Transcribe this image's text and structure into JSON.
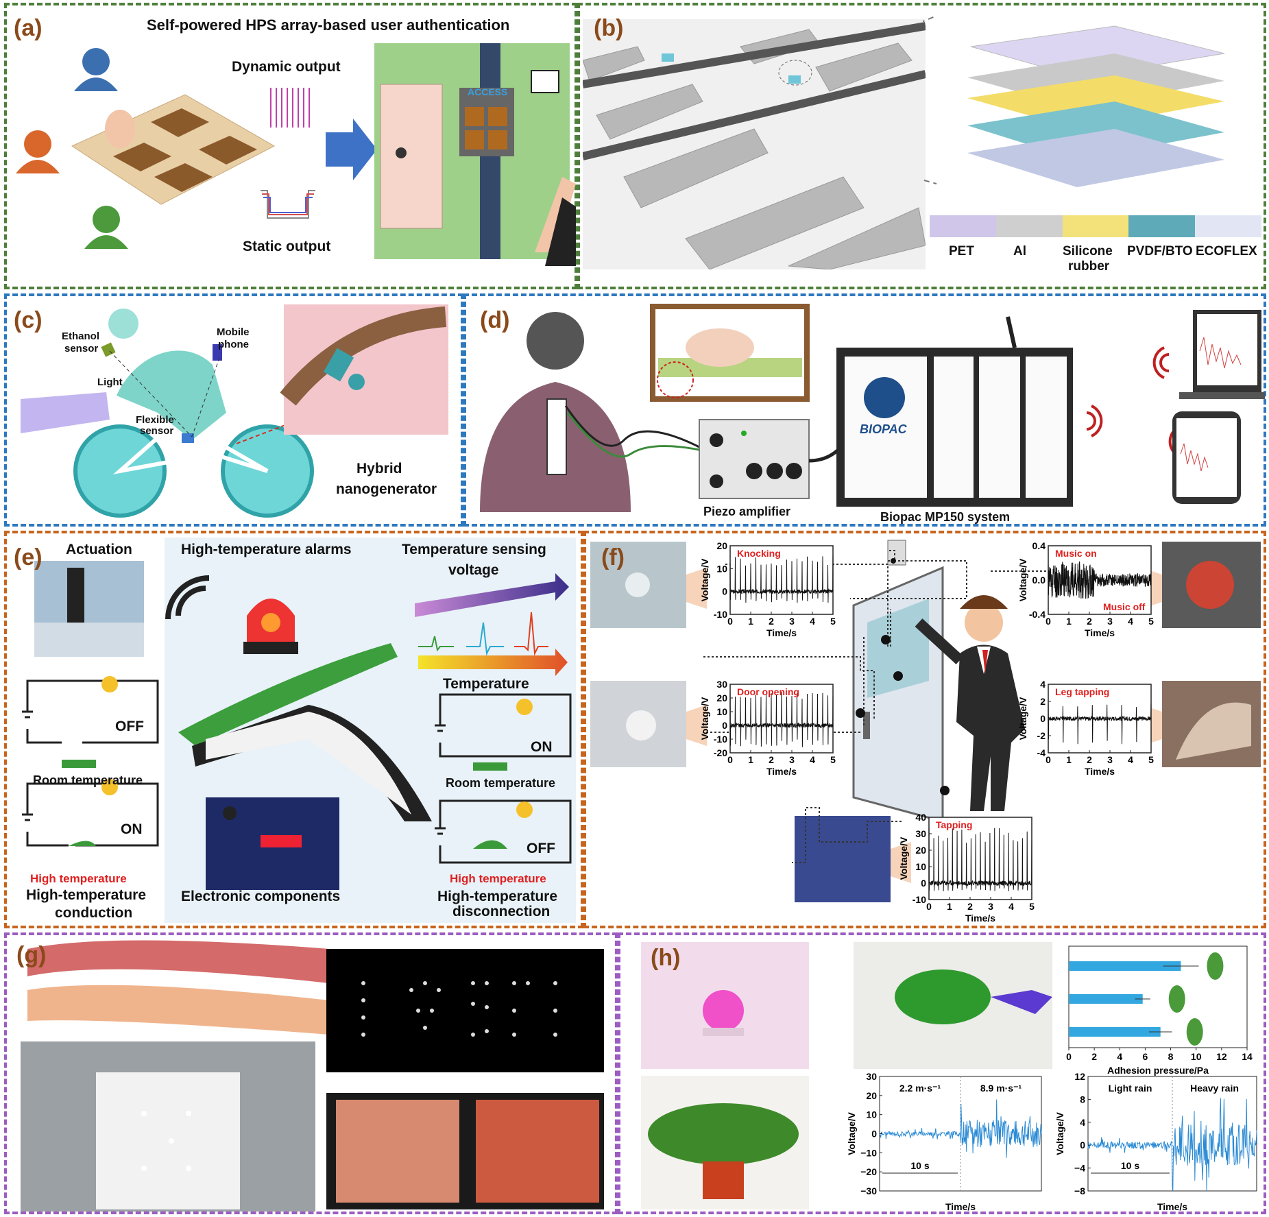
{
  "panels": {
    "a": {
      "label": "(a)",
      "title": "Self-powered HPS array-based user authentication",
      "dynamic": "Dynamic output",
      "static": "Static output",
      "access": "ACCESS"
    },
    "b": {
      "label": "(b)",
      "legend": [
        "PET",
        "Al",
        "Silicone",
        "PVDF/BTO",
        "ECOFLEX"
      ],
      "legend_sub": "rubber",
      "legend_colors": [
        "#cfc6ea",
        "#cfcfcf",
        "#f3e27a",
        "#5eaab8",
        "#e2e6f4"
      ]
    },
    "c": {
      "label": "(c)",
      "ethanol": "Ethanol",
      "sensor": "sensor",
      "mobile": "Mobile",
      "phone": "phone",
      "light": "Light",
      "flexible": "Flexible",
      "sensor2": "sensor",
      "hybrid": "Hybrid",
      "nanogenerator": "nanogenerator"
    },
    "d": {
      "label": "(d)",
      "biopac": "BIOPAC",
      "piezo": "Piezo amplifier",
      "system": "Biopac MP150 system"
    },
    "e": {
      "label": "(e)",
      "actuation": "Actuation",
      "alarms": "High-temperature alarms",
      "tsensing": "Temperature sensing",
      "voltage": "voltage",
      "temperature": "Temperature",
      "off": "OFF",
      "on": "ON",
      "room": "Room temperature",
      "high": "High temperature",
      "conduction1": "High-temperature",
      "conduction2": "conduction",
      "electronic": "Electronic components",
      "disc1": "High-temperature",
      "disc2": "disconnection"
    },
    "f": {
      "label": "(f)"
    },
    "g": {
      "label": "(g)"
    },
    "h": {
      "label": "(h)",
      "adhesion_xlabel": "Adhesion pressure/Pa"
    }
  },
  "chart_data": [
    {
      "type": "line",
      "id": "knocking",
      "annotation": "Knocking",
      "xlabel": "Time/s",
      "ylabel": "Voltage/V",
      "xlim": [
        0,
        5
      ],
      "ylim": [
        -10,
        20
      ],
      "xticks": [
        0,
        1,
        2,
        3,
        4,
        5
      ],
      "yticks": [
        -10,
        0,
        10,
        20
      ],
      "baseline": 0,
      "spikes_up": 20,
      "spike_max": 16,
      "spike_min": -5
    },
    {
      "type": "line",
      "id": "music",
      "annotation": "Music on",
      "annotation2": "Music off",
      "xlabel": "Time/s",
      "ylabel": "Voltage/V",
      "xlim": [
        0,
        5
      ],
      "ylim": [
        -0.4,
        0.4
      ],
      "xticks": [
        0,
        1,
        2,
        3,
        4,
        5
      ],
      "yticks": [
        -0.4,
        0.0,
        0.4
      ],
      "ytick_labels": [
        "-0.4",
        "0.0",
        "0.4"
      ]
    },
    {
      "type": "line",
      "id": "door",
      "annotation": "Door opening",
      "xlabel": "Time/s",
      "ylabel": "Voltage/V",
      "xlim": [
        0,
        5
      ],
      "ylim": [
        -20,
        30
      ],
      "xticks": [
        0,
        1,
        2,
        3,
        4,
        5
      ],
      "yticks": [
        -20,
        -10,
        0,
        10,
        20,
        30
      ],
      "baseline": 0,
      "spikes_up": 20,
      "spike_max": 25,
      "spike_min": -16
    },
    {
      "type": "line",
      "id": "leg",
      "annotation": "Leg tapping",
      "xlabel": "Time/s",
      "ylabel": "Voltage/V",
      "xlim": [
        0,
        5
      ],
      "ylim": [
        -4,
        4
      ],
      "xticks": [
        0,
        1,
        2,
        3,
        4,
        5
      ],
      "yticks": [
        -4,
        -2,
        0,
        2,
        4
      ],
      "baseline": 0,
      "spikes_up": 7,
      "spike_max": 1.8,
      "spike_min": -3.2
    },
    {
      "type": "line",
      "id": "tapping",
      "annotation": "Tapping",
      "xlabel": "Time/s",
      "ylabel": "Voltage/V",
      "xlim": [
        0,
        5
      ],
      "ylim": [
        -10,
        40
      ],
      "xticks": [
        0,
        1,
        2,
        3,
        4,
        5
      ],
      "yticks": [
        -10,
        0,
        10,
        20,
        30,
        40
      ],
      "baseline": 0,
      "spikes_up": 22,
      "spike_max": 34,
      "spike_min": -5
    },
    {
      "type": "bar",
      "id": "adhesion",
      "orientation": "horizontal",
      "xlabel": "Adhesion pressure/Pa",
      "xlim": [
        0,
        14
      ],
      "xticks": [
        0,
        2,
        4,
        6,
        8,
        10,
        12,
        14
      ],
      "values": [
        8.8,
        5.8,
        7.2
      ],
      "errors": [
        1.4,
        0.6,
        0.9
      ]
    },
    {
      "type": "line",
      "id": "wind",
      "xlabel": "Time/s",
      "ylabel": "Voltage/V",
      "ylim": [
        -30,
        30
      ],
      "yticks": [
        -30,
        -20,
        -10,
        0,
        10,
        20,
        30
      ],
      "regions": [
        {
          "label": "2.2 m·s⁻¹",
          "amp": 3
        },
        {
          "label": "8.9 m·s⁻¹",
          "amp": 18
        }
      ],
      "scale_label": "10 s"
    },
    {
      "type": "line",
      "id": "rain",
      "xlabel": "Time/s",
      "ylabel": "Voltage/V",
      "ylim": [
        -8,
        12
      ],
      "yticks": [
        -8,
        -4,
        0,
        4,
        8,
        12
      ],
      "regions": [
        {
          "label": "Light rain",
          "amp": 1.5
        },
        {
          "label": "Heavy rain",
          "amp": 9
        }
      ],
      "scale_label": "10 s"
    }
  ]
}
